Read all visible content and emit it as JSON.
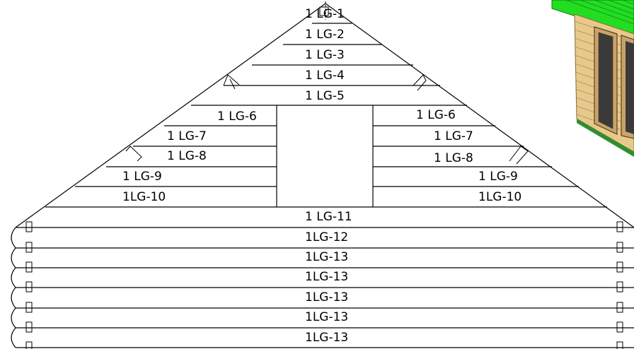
{
  "roof_color": "#22dd22",
  "wood_color": "#e8c98c",
  "gable": {
    "labels": {
      "lg1": "1 LG-1",
      "lg2": "1 LG-2",
      "lg3": "1 LG-3",
      "lg4": "1 LG-4",
      "lg5": "1 LG-5",
      "lg6_left": "1 LG-6",
      "lg6_right": "1 LG-6",
      "lg7_left": "1 LG-7",
      "lg7_right": "1 LG-7",
      "lg8_left": "1 LG-8",
      "lg8_right": "1 LG-8",
      "lg9_left": "1 LG-9",
      "lg9_right": "1 LG-9",
      "lg10_left": "1LG-10",
      "lg10_right": "1LG-10"
    }
  },
  "wall": {
    "lg11": "1 LG-11",
    "lg12": "1LG-12",
    "lg13_a": "1LG-13",
    "lg13_b": "1LG-13",
    "lg13_c": "1LG-13",
    "lg13_d": "1LG-13",
    "lg13_e": "1LG-13"
  }
}
